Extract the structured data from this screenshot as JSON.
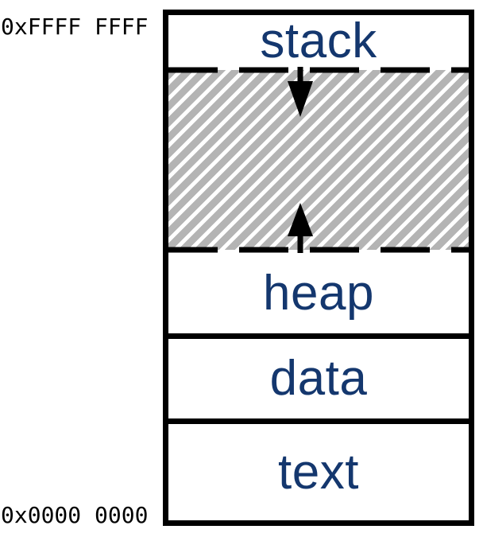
{
  "diagram": {
    "description": "process address-space memory layout",
    "top_address_label": "0xFFFF FFFF",
    "bottom_address_label": "0x0000 0000",
    "regions": [
      {
        "name": "stack",
        "label": "stack"
      },
      {
        "name": "free-space-hatched",
        "label": ""
      },
      {
        "name": "heap",
        "label": "heap"
      },
      {
        "name": "data",
        "label": "data"
      },
      {
        "name": "text",
        "label": "text"
      }
    ],
    "arrows": [
      {
        "name": "stack-growth-down-arrow",
        "direction": "down"
      },
      {
        "name": "heap-growth-up-arrow",
        "direction": "up"
      }
    ],
    "colors": {
      "label_color": "#14376e",
      "line_color": "#000000",
      "hatch_gray": "#b4b4b4",
      "background": "#ffffff"
    }
  }
}
